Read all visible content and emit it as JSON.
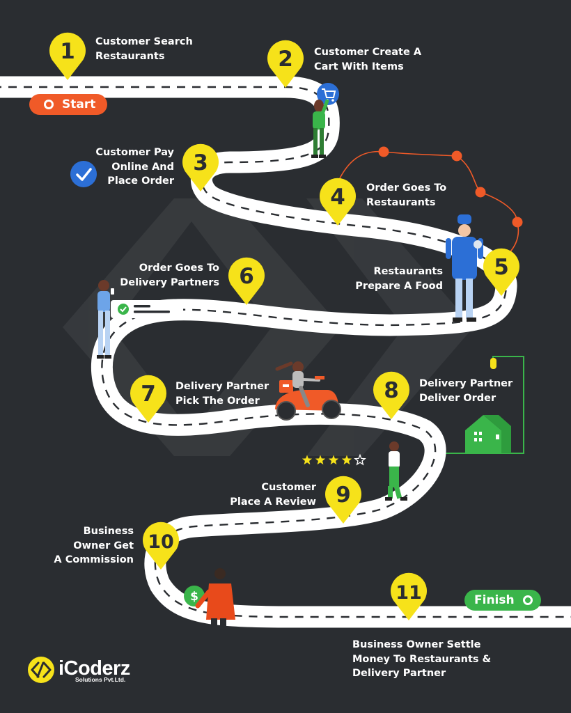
{
  "steps": [
    {
      "n": "1",
      "text": "Customer Search\nRestaurants"
    },
    {
      "n": "2",
      "text": "Customer Create A\nCart With Items"
    },
    {
      "n": "3",
      "text": "Customer Pay\nOnline And\nPlace Order"
    },
    {
      "n": "4",
      "text": "Order Goes To\nRestaurants"
    },
    {
      "n": "5",
      "text": "Restaurants\nPrepare A Food"
    },
    {
      "n": "6",
      "text": "Order Goes To\nDelivery Partners"
    },
    {
      "n": "7",
      "text": "Delivery Partner\nPick The Order"
    },
    {
      "n": "8",
      "text": "Delivery Partner\nDeliver Order"
    },
    {
      "n": "9",
      "text": "Customer\nPlace A Review"
    },
    {
      "n": "10",
      "text": "Business\nOwner Get\nA Commission"
    },
    {
      "n": "11",
      "text": "Business Owner Settle\nMoney To Restaurants &\nDelivery Partner"
    }
  ],
  "start_label": "Start",
  "finish_label": "Finish",
  "review_rating": {
    "filled": 4,
    "total": 5
  },
  "brand": {
    "name": "iCoderz",
    "tagline": "Solutions Pvt.Ltd."
  },
  "colors": {
    "background": "#2a2d31",
    "pin": "#f6e21a",
    "start": "#f05a28",
    "finish": "#3ab54a",
    "road": "#ffffff",
    "check": "#2c6fd6",
    "dollar": "#3ab54a"
  },
  "icons": [
    "location-pin-icon",
    "cart-icon",
    "check-icon",
    "star-icon",
    "dollar-icon",
    "house-icon",
    "scooter-icon"
  ]
}
